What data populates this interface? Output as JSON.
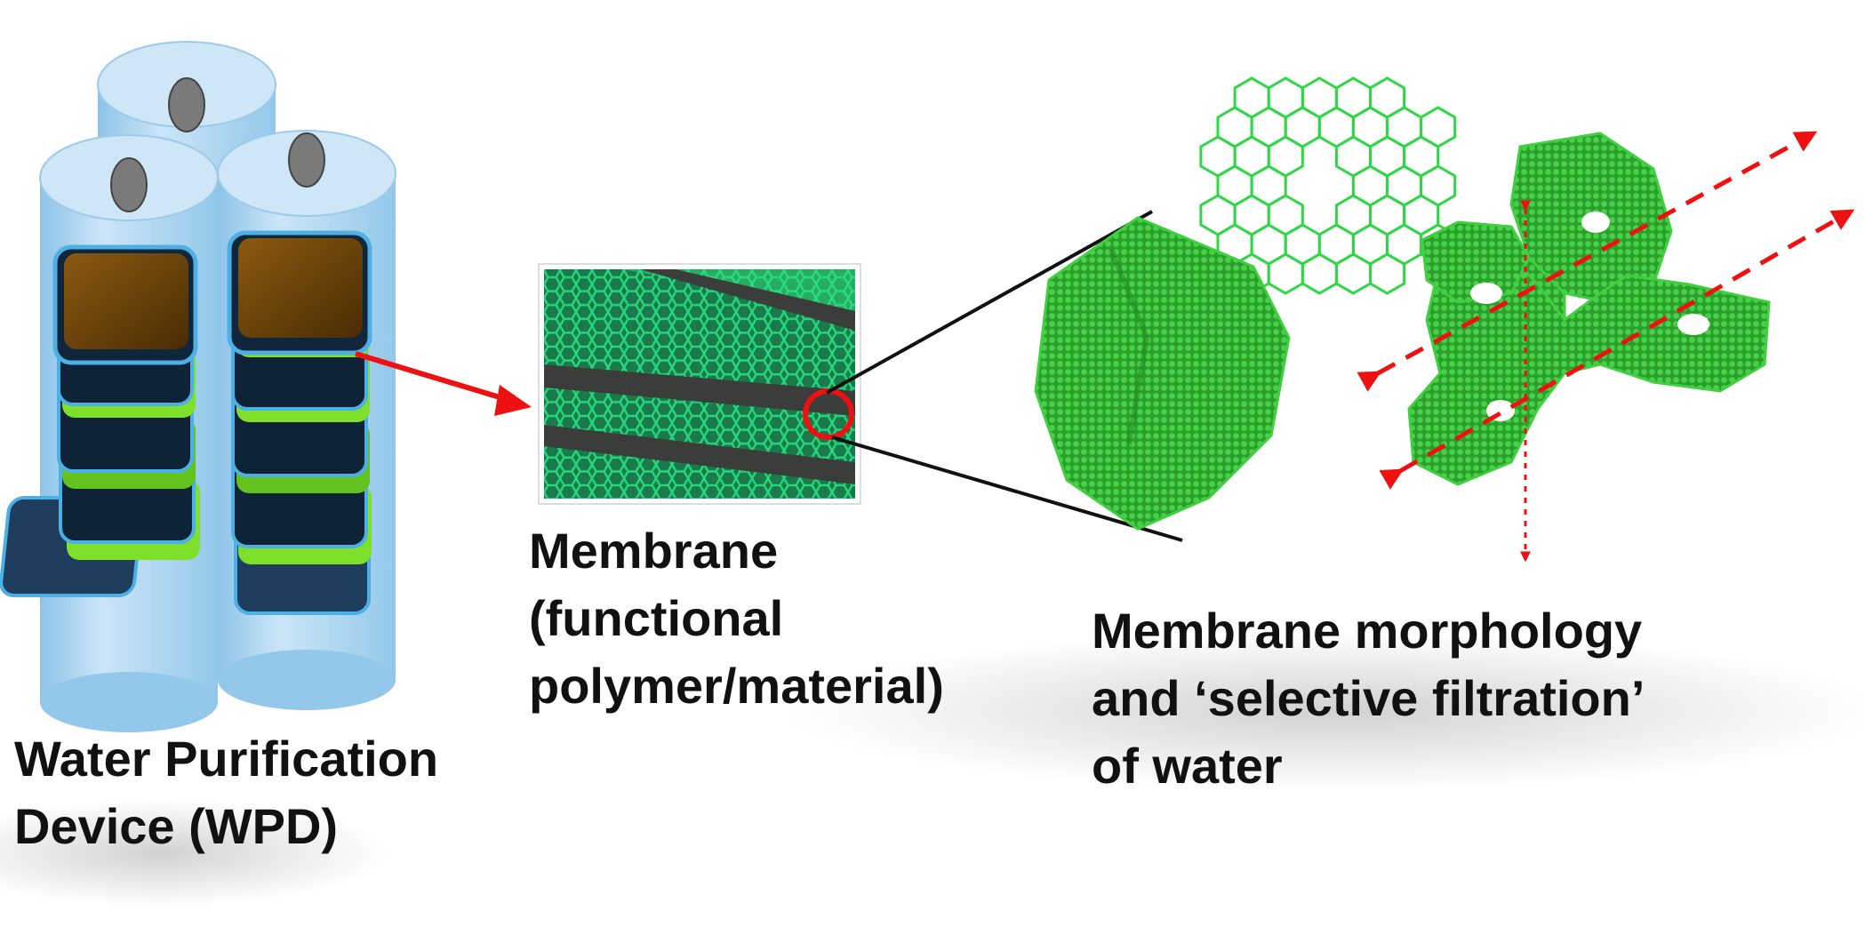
{
  "captions": {
    "device": [
      "Water Purification",
      "Device (WPD)"
    ],
    "membrane": [
      "Membrane",
      "(functional",
      "polymer/material)"
    ],
    "morphology": [
      "Membrane morphology",
      "and ‘selective filtration’",
      "of water"
    ]
  },
  "colors": {
    "cylinder": "#a8d2ee",
    "cylinder_top": "#cfe6f7",
    "hole": "#7a7a7a",
    "layer_amber": "#7a4b08",
    "layer_green": "#7ee02a",
    "layer_dark": "#0f2336",
    "mesh": "#1fd07a",
    "mesh_strip": "#3a3d3a",
    "particle": "#2fb52f",
    "lattice": "#2fd646",
    "arrow": "#ee1111",
    "pointer": "#111111"
  },
  "icons": {
    "cylinders": "stacked-cylinder-filter-icon",
    "lattice": "hexagonal-molecular-lattice-icon",
    "flow": "dashed-flow-arrow-icon"
  }
}
